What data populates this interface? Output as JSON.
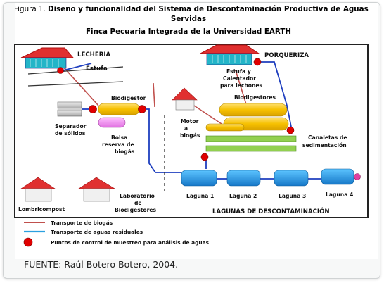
{
  "figure": {
    "label": "Figura 1.",
    "title_bold": "Diseño y funcionalidad del Sistema de Descontaminación Productiva de Aguas",
    "title_line2": "Servidas",
    "subtitle": "Finca Pecuaria Integrada de la Universidad EARTH"
  },
  "nodes": {
    "lecheria": "LECHERÍA",
    "estufa": "Estufa",
    "porqueriza": "PORQUERIZA",
    "estufa_calentador_1": "Estufa y",
    "estufa_calentador_2": "Calentador",
    "estufa_calentador_3": "para lechones",
    "biodigestor": "Biodigestor",
    "biodigestores": "Biodigestores",
    "separador_1": "Separador",
    "separador_2": "de sólidos",
    "bolsa_1": "Bolsa",
    "bolsa_2": "reserva de",
    "bolsa_3": "biogás",
    "motor_1": "Motor",
    "motor_2": "a",
    "motor_3": "biogás",
    "canaletas_1": "Canaletas de",
    "canaletas_2": "sedimentación",
    "lombricompost": "Lombricompost",
    "laboratorio_1": "Laboratorio",
    "laboratorio_2": "de",
    "laboratorio_3": "Biodigestores",
    "laguna_1": "Laguna 1",
    "laguna_2": "Laguna 2",
    "laguna_3": "Laguna 3",
    "laguna_4": "Laguna 4",
    "lagunas_title": "LAGUNAS DE DESCONTAMINACIÓN"
  },
  "legend": {
    "biogas": "Transporte de biogás",
    "aguas": "Transporte de aguas residuales",
    "puntos": "Puntos de control de muestreo para análisis de aguas"
  },
  "colors": {
    "biogas_line": "#c0504d",
    "water_line": "#1f3fbf",
    "control_point": "#e00000",
    "biodigester": "#f6c000",
    "bag": "#f08ff0",
    "lagoon": "#1e9be8",
    "canal": "#92d050",
    "roof": "#e03030"
  },
  "source": "FUENTE: Raúl Botero Botero, 2004."
}
